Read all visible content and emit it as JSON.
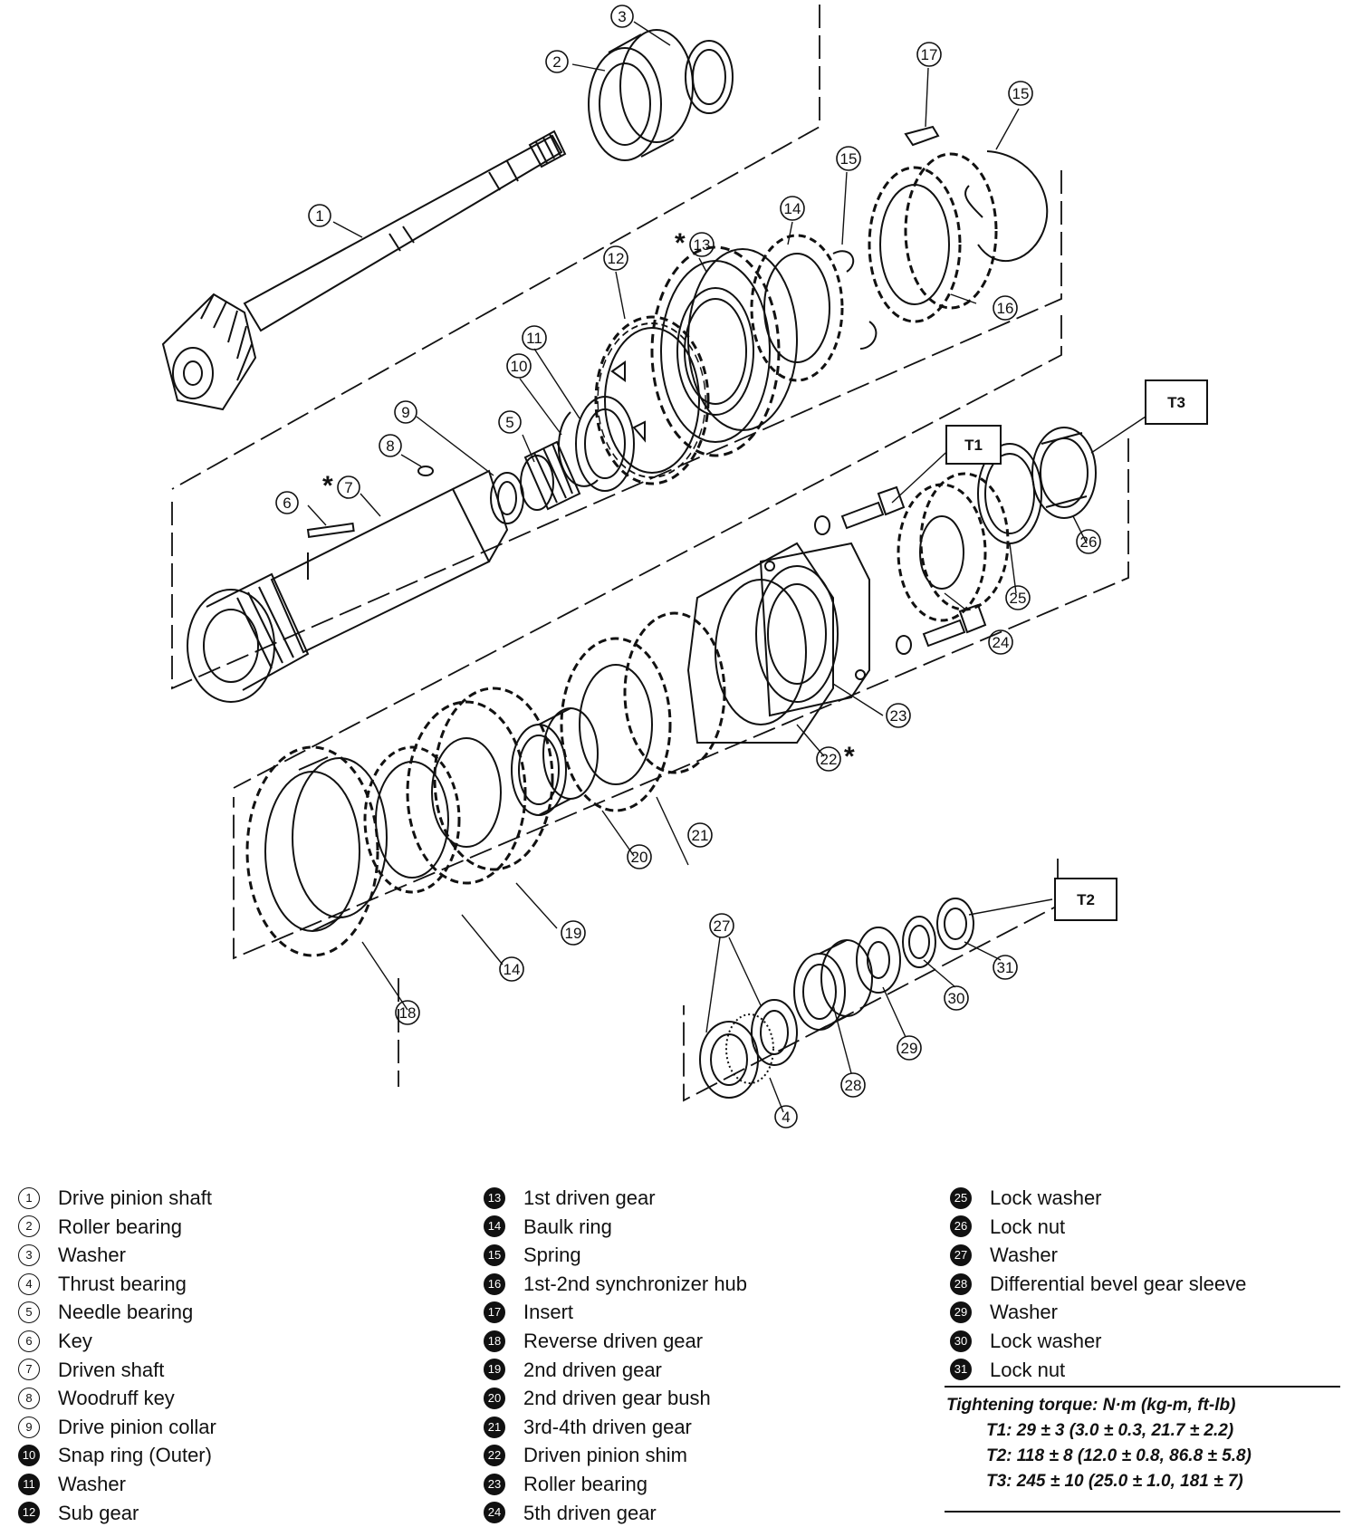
{
  "callouts": {
    "c1": "1",
    "c2": "2",
    "c3": "3",
    "c4": "4",
    "c5": "5",
    "c6": "6",
    "c7": "7",
    "c8": "8",
    "c9": "9",
    "c10": "10",
    "c11": "11",
    "c12": "12",
    "c13": "13",
    "c14a": "14",
    "c14b": "14",
    "c15a": "15",
    "c15b": "15",
    "c16": "16",
    "c17": "17",
    "c18": "18",
    "c19": "19",
    "c20": "20",
    "c21": "21",
    "c22": "22",
    "c23": "23",
    "c24": "24",
    "c25": "25",
    "c26": "26",
    "c27": "27",
    "c28": "28",
    "c29": "29",
    "c30": "30",
    "c31": "31"
  },
  "star_mark": "*",
  "torque_boxes": {
    "t1": "T1",
    "t2": "T2",
    "t3": "T3"
  },
  "legend": {
    "col1": [
      {
        "num": "1",
        "label": "Drive pinion shaft"
      },
      {
        "num": "2",
        "label": "Roller bearing"
      },
      {
        "num": "3",
        "label": "Washer"
      },
      {
        "num": "4",
        "label": "Thrust bearing"
      },
      {
        "num": "5",
        "label": "Needle bearing"
      },
      {
        "num": "6",
        "label": "Key"
      },
      {
        "num": "7",
        "label": "Driven shaft"
      },
      {
        "num": "8",
        "label": "Woodruff key"
      },
      {
        "num": "9",
        "label": "Drive pinion collar"
      },
      {
        "num": "10",
        "label": "Snap ring (Outer)"
      },
      {
        "num": "11",
        "label": "Washer"
      },
      {
        "num": "12",
        "label": "Sub gear"
      }
    ],
    "col2": [
      {
        "num": "13",
        "label": "1st driven gear"
      },
      {
        "num": "14",
        "label": "Baulk ring"
      },
      {
        "num": "15",
        "label": "Spring"
      },
      {
        "num": "16",
        "label": "1st-2nd synchronizer hub"
      },
      {
        "num": "17",
        "label": "Insert"
      },
      {
        "num": "18",
        "label": "Reverse driven gear"
      },
      {
        "num": "19",
        "label": "2nd driven gear"
      },
      {
        "num": "20",
        "label": "2nd driven gear bush"
      },
      {
        "num": "21",
        "label": "3rd-4th driven gear"
      },
      {
        "num": "22",
        "label": "Driven pinion shim"
      },
      {
        "num": "23",
        "label": "Roller bearing"
      },
      {
        "num": "24",
        "label": "5th driven gear"
      }
    ],
    "col3": [
      {
        "num": "25",
        "label": "Lock washer"
      },
      {
        "num": "26",
        "label": "Lock nut"
      },
      {
        "num": "27",
        "label": "Washer"
      },
      {
        "num": "28",
        "label": "Differential bevel gear sleeve"
      },
      {
        "num": "29",
        "label": "Washer"
      },
      {
        "num": "30",
        "label": "Lock washer"
      },
      {
        "num": "31",
        "label": "Lock nut"
      }
    ]
  },
  "torque": {
    "title": "Tightening torque: N·m (kg-m, ft-lb)",
    "t1": "T1: 29 ± 3 (3.0 ± 0.3, 21.7 ± 2.2)",
    "t2": "T2: 118 ± 8 (12.0 ± 0.8, 86.8 ± 5.8)",
    "t3": "T3: 245 ± 10 (25.0 ± 1.0, 181 ± 7)"
  }
}
